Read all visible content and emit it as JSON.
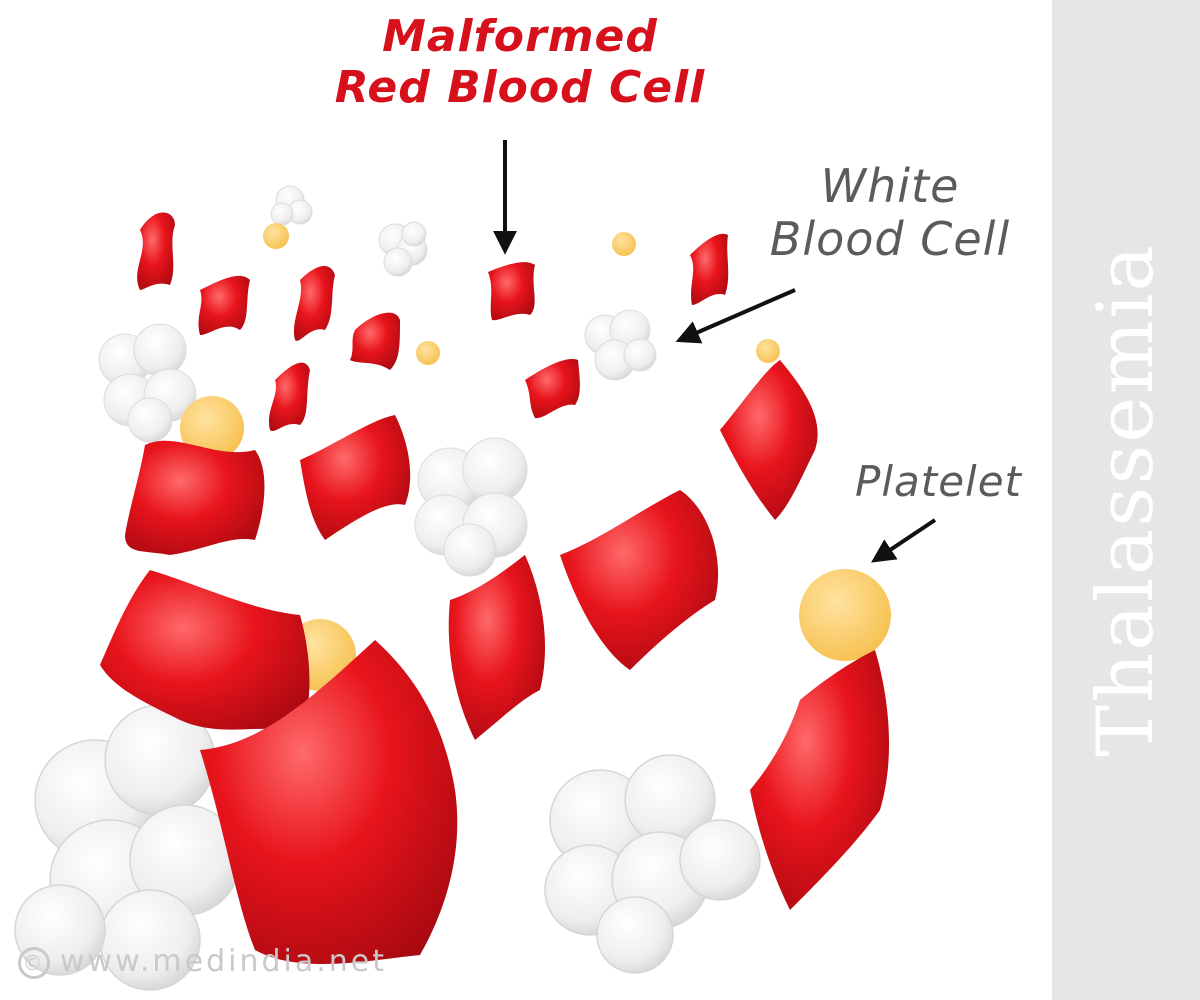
{
  "labels": {
    "malformed_line1": "Malformed",
    "malformed_line2": "Red Blood Cell",
    "wbc_line1": "White",
    "wbc_line2": "Blood Cell",
    "platelet": "Platelet"
  },
  "side_title": "Thalassemia",
  "watermark": {
    "symbol": "©",
    "text": "www.medindia.net"
  },
  "colors": {
    "red_cell": "#e8141c",
    "red_cell_dark": "#b30a12",
    "red_cell_highlight": "#ff5b5b",
    "white_cell": "#f2f2f2",
    "white_cell_edge": "#d8d8d8",
    "platelet": "#fbd271",
    "arrow": "#111111",
    "side_band": "#e6e6e6",
    "accent_text": "#d6111b",
    "gray_text": "#5b5b5b"
  }
}
